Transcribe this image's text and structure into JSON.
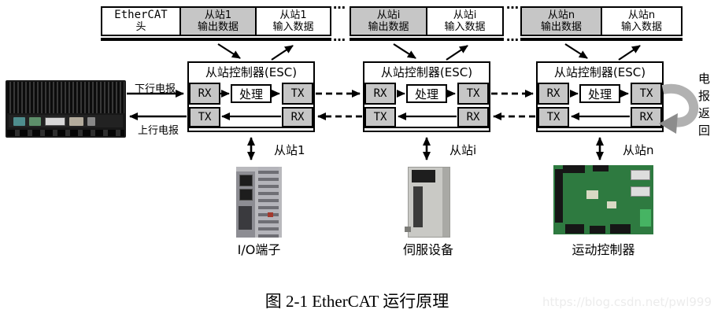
{
  "frame": {
    "header": {
      "l1": "EtherCAT",
      "l2": "头"
    },
    "cells": [
      {
        "l1": "从站1",
        "l2": "输出数据"
      },
      {
        "l1": "从站1",
        "l2": "输入数据"
      },
      {
        "l1": "从站i",
        "l2": "输出数据"
      },
      {
        "l1": "从站i",
        "l2": "输入数据"
      },
      {
        "l1": "从站n",
        "l2": "输出数据"
      },
      {
        "l1": "从站n",
        "l2": "输入数据"
      }
    ],
    "ellipsis": "…"
  },
  "esc": {
    "title": "从站控制器(ESC)",
    "rx": "RX",
    "tx": "TX",
    "process": "处理"
  },
  "labels": {
    "downstream": "下行电报",
    "upstream": "上行电报",
    "telegram_return": "电报返回",
    "slave1": "从站1",
    "slavei": "从站i",
    "slaven": "从站n"
  },
  "devices": {
    "io_terminal": "I/O端子",
    "servo": "伺服设备",
    "motion_controller": "运动控制器"
  },
  "caption": "图 2-1 EtherCAT 运行原理",
  "watermark": "https://blog.csdn.net/pwl999",
  "colors": {
    "box_gray": "#c6c6c6",
    "return_arrow_gray": "#b1b1b1",
    "watermark_gray": "#ececec",
    "pcb_green": "#2e7a40"
  }
}
